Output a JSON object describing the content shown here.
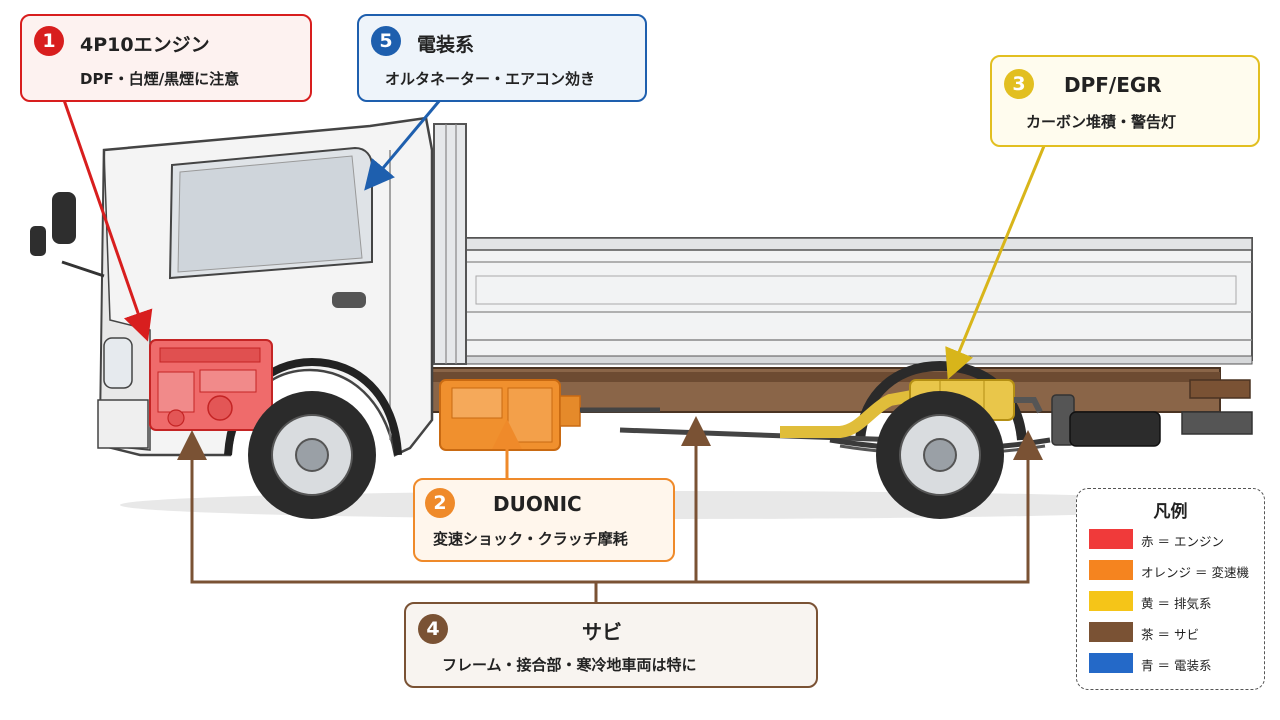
{
  "callouts": {
    "engine": {
      "num": "1",
      "title": "4P10エンジン",
      "sub": "DPF・白煙/黒煙に注意",
      "color": "#d81e1e"
    },
    "electrical": {
      "num": "5",
      "title": "電装系",
      "sub": "オルタネーター・エアコン効き",
      "color": "#1e5fae"
    },
    "exhaust": {
      "num": "3",
      "title": "DPF/EGR",
      "sub": "カーボン堆積・警告灯",
      "color": "#e2bf20"
    },
    "transmission": {
      "num": "2",
      "title": "DUONIC",
      "sub": "変速ショック・クラッチ摩耗",
      "color": "#ef8a2a"
    },
    "rust": {
      "num": "4",
      "title": "サビ",
      "sub": "フレーム・接合部・寒冷地車両は特に",
      "color": "#7a5234"
    }
  },
  "legend": {
    "title": "凡例",
    "items": [
      {
        "label": "赤 ＝ エンジン",
        "color": "#f03a3a"
      },
      {
        "label": "オレンジ ＝ 変速機",
        "color": "#f5841f"
      },
      {
        "label": "黄 ＝ 排気系",
        "color": "#f5c518"
      },
      {
        "label": "茶 ＝ サビ",
        "color": "#7a5234"
      },
      {
        "label": "青 ＝ 電装系",
        "color": "#2469c8"
      }
    ]
  },
  "colors": {
    "engine_fill": "#ef6b6b",
    "transmission_fill": "#f0902e",
    "exhaust_fill": "#e9c64a",
    "frame_rust": "#7a5234",
    "cab_body": "#f4f4f4",
    "tire": "#2b2b2b"
  }
}
